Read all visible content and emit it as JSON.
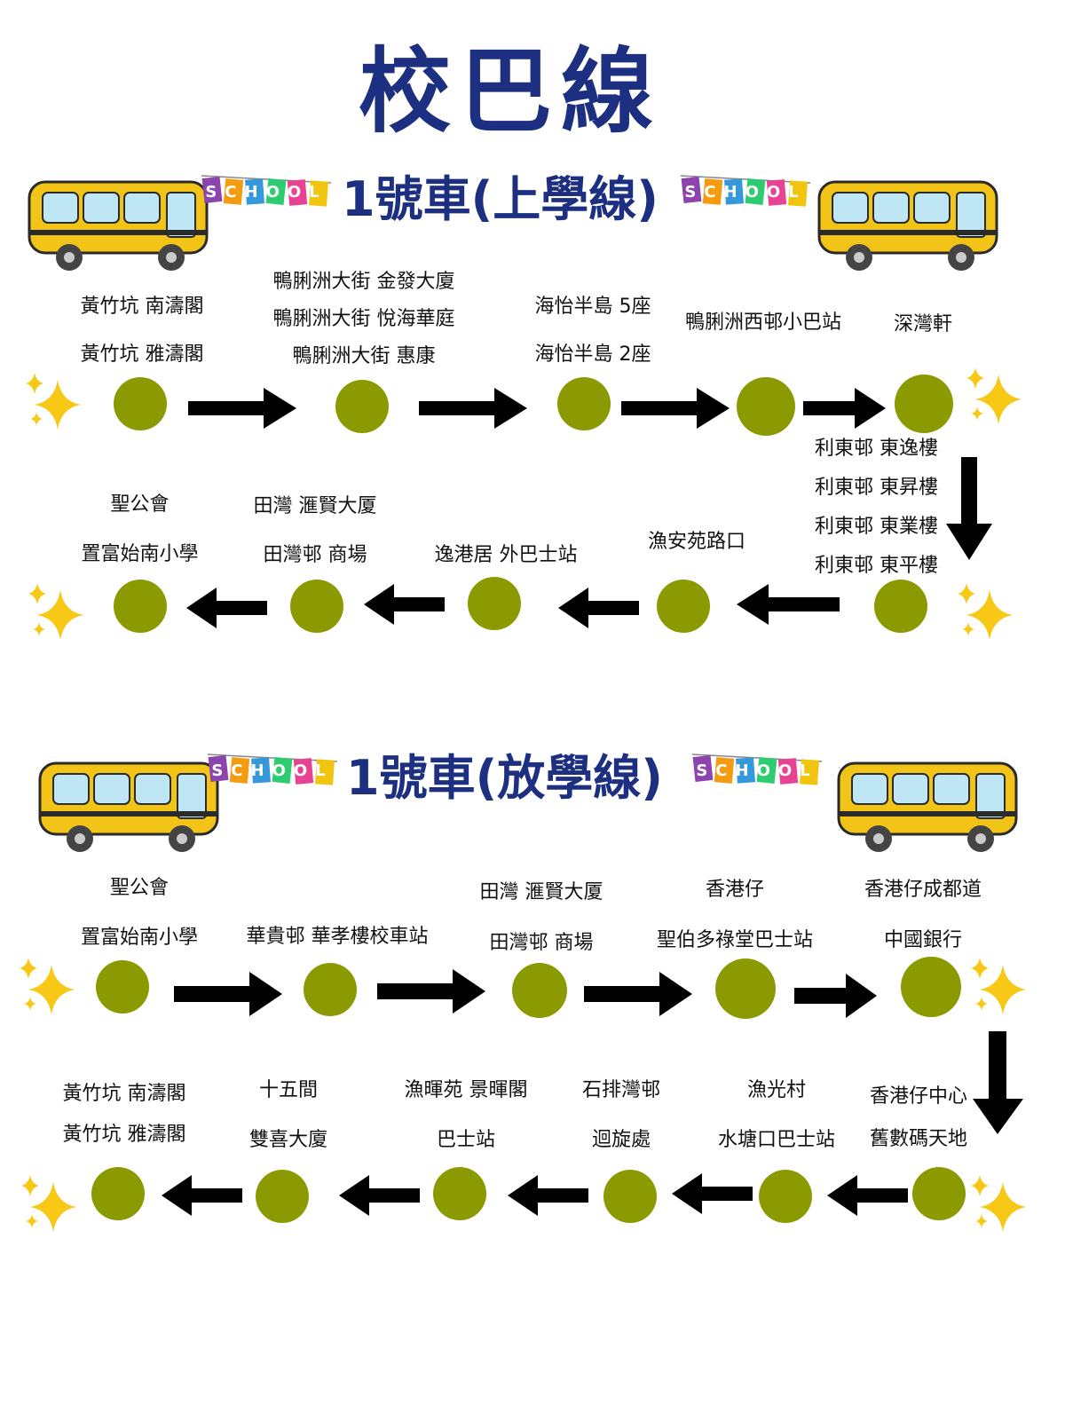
{
  "title": "校巴線",
  "banner_word": "SCHOOL",
  "routes": [
    {
      "heading": "1號車(上學線)",
      "stops": [
        [
          "黃竹坑 南濤閣",
          "黃竹坑  雅濤閣"
        ],
        [
          "鴨脷洲大街 金發大廈",
          "鴨脷洲大街 悅海華庭",
          "鴨脷洲大街   惠康"
        ],
        [
          "海怡半島 5座",
          "海怡半島 2座"
        ],
        [
          "鴨脷洲西邨小巴站"
        ],
        [
          "深灣軒"
        ],
        [
          "利東邨 東逸樓",
          "利東邨 東昇樓",
          "利東邨 東業樓",
          "利東邨 東平樓"
        ],
        [
          "漁安苑路口"
        ],
        [
          "逸港居 外巴士站"
        ],
        [
          "田灣 滙賢大厦",
          "田灣邨 商場"
        ],
        [
          "聖公會",
          "置富始南小學"
        ]
      ]
    },
    {
      "heading": "1號車(放學線)",
      "stops": [
        [
          "聖公會",
          "置富始南小學"
        ],
        [
          "華貴邨 華孝樓校車站"
        ],
        [
          "田灣 滙賢大厦",
          "田灣邨 商場"
        ],
        [
          "香港仔",
          "聖伯多祿堂巴士站"
        ],
        [
          "香港仔成都道",
          "中國銀行"
        ],
        [
          "香港仔中心",
          "舊數碼天地"
        ],
        [
          "漁光村",
          "水塘口巴士站"
        ],
        [
          "石排灣邨",
          "迴旋處"
        ],
        [
          "漁暉苑 景暉閣",
          "巴士站"
        ],
        [
          "十五間",
          "雙喜大廈"
        ],
        [
          "黃竹坑 南濤閣",
          "黃竹坑  雅濤閣"
        ]
      ]
    }
  ],
  "colors": {
    "heading": "#1c2f80",
    "stop_dot": "#8a9a00",
    "arrow": "#000000",
    "bus": "#f2c417",
    "sparkle": "#f7c815"
  },
  "icons": {
    "bus": "school-bus-icon",
    "banner": "school-banner-icon",
    "sparkle": "sparkle-icon",
    "arrow": "arrow-icon"
  }
}
